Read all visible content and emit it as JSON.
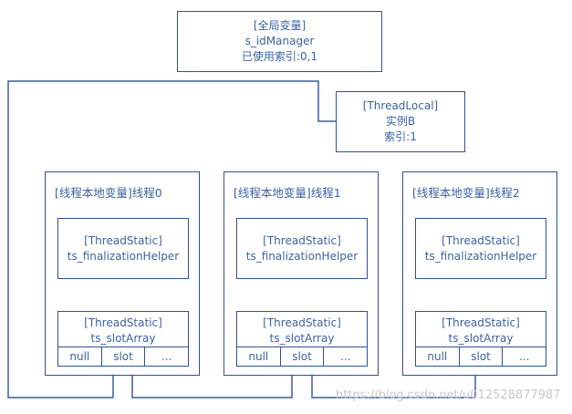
{
  "colors": {
    "line": "#3b5ba5",
    "border": "#2f528f",
    "text": "#3b63a0",
    "watermark": "#c8c8c8"
  },
  "global_box": {
    "tag": "[全局变量]",
    "name": "s_idManager",
    "info": "已使用索引:0,1"
  },
  "threadlocal_box": {
    "tag": "[ThreadLocal]",
    "name": "实例B",
    "info": "索引:1"
  },
  "threads": [
    {
      "title": "[线程本地变量]线程0",
      "helper": {
        "tag": "[ThreadStatic]",
        "name": "ts_finalizationHelper"
      },
      "slot_array": {
        "tag": "[ThreadStatic]",
        "name": "ts_slotArray",
        "cells": [
          "null",
          "slot",
          "..."
        ]
      }
    },
    {
      "title": "[线程本地变量]线程1",
      "helper": {
        "tag": "[ThreadStatic]",
        "name": "ts_finalizationHelper"
      },
      "slot_array": {
        "tag": "[ThreadStatic]",
        "name": "ts_slotArray",
        "cells": [
          "null",
          "slot",
          "..."
        ]
      }
    },
    {
      "title": "[线程本地变量]线程2",
      "helper": {
        "tag": "[ThreadStatic]",
        "name": "ts_finalizationHelper"
      },
      "slot_array": {
        "tag": "[ThreadStatic]",
        "name": "ts_slotArray",
        "cells": [
          "null",
          "slot",
          "..."
        ]
      }
    }
  ],
  "watermark": "https://blog.csdn.net/u012528877987"
}
